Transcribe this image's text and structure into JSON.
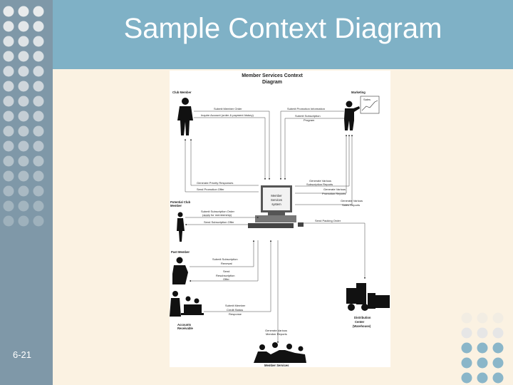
{
  "slide": {
    "title": "Sample Context Diagram",
    "slide_number": "6-21"
  },
  "diagram": {
    "title_line1": "Member Services Context",
    "title_line2": "Diagram",
    "entities": {
      "club_member": "Club Member",
      "marketing": "Marketing",
      "potential_line1": "Potential Club",
      "potential_line2": "Member",
      "past_member": "Past Member",
      "ar_line1": "Accounts",
      "ar_line2": "Receivable",
      "dc_line1": "Distribution",
      "dc_line2": "Center",
      "dc_line3": "(Warehouse)",
      "member_services": "Member Services",
      "system_line1": "Member",
      "system_line2": "Services",
      "system_line3": "system",
      "sales_chart": "Sales"
    },
    "flows": {
      "f1": "Submit Member Order",
      "f2": "Inquire Account (order & payment history)",
      "f3": "Submit Promotion Information",
      "f4a": "Submit Subscription",
      "f4b": "Program",
      "f5": "Generate Priority Responses",
      "f6": "Send Promotion Offer",
      "f7a": "Generate Various",
      "f7b": "Subscription Reports",
      "f8a": "Generate Various",
      "f8b": "Promotion Reports",
      "f9a": "Generate Various",
      "f9b": "Sales Reports",
      "f10a": "Submit Subscription Order",
      "f10b": "(apply for membership)",
      "f11": "Send Subscription Offer",
      "f12": "Send Packing Order",
      "f13a": "Submit Subscription",
      "f13b": "Renewal",
      "f14a": "Send",
      "f14b": "Resubscription",
      "f14c": "Offer",
      "f15a": "Submit Member",
      "f15b": "Credit Status",
      "f15c": "Response",
      "f16a": "Generate Various",
      "f16b": "Member Reports"
    }
  },
  "colors": {
    "left_strip": "#7f98a8",
    "title_bar": "#7fb1c6",
    "content_bg": "#fbf2e2",
    "dot_light": "#e9ebec",
    "dot_blue": "#8ab6c9"
  }
}
